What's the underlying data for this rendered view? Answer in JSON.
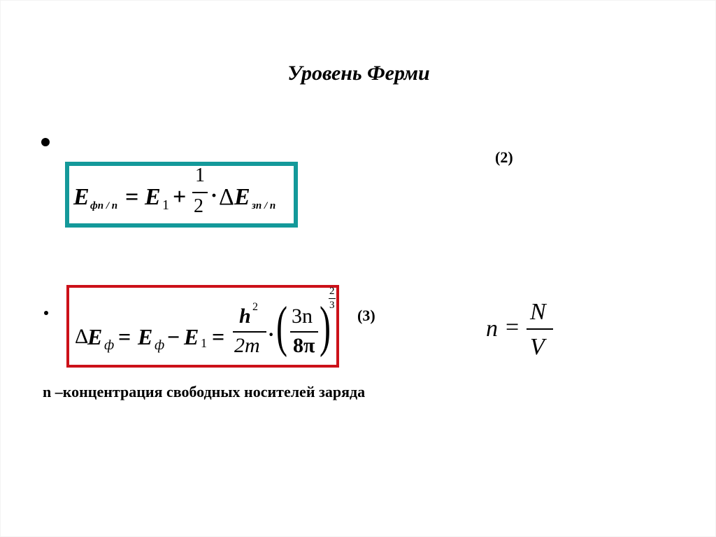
{
  "slide": {
    "title": "Уровень Ферми",
    "equations": [
      {
        "number_label": "(2)",
        "border_color": "#14999a",
        "lhs_symbol": "E",
        "lhs_subscript": "фп / п",
        "eq": "=",
        "term1": "E",
        "term1_subscript": "1",
        "plus": "+",
        "frac_num": "1",
        "frac_den": "2",
        "dot": "·",
        "delta": "Δ",
        "term2": "E",
        "term2_subscript": "зп / п"
      },
      {
        "number_label": "(3)",
        "border_color": "#cc1119",
        "delta": "Δ",
        "lhs_symbol": "E",
        "lhs_subscript": "ф",
        "eq1": "=",
        "mid_symbol": "E",
        "mid_subscript": "ф",
        "minus": "−",
        "e1_symbol": "E",
        "e1_subscript": "1",
        "eq2": "=",
        "frac1_num": "h",
        "frac1_num_sup": "2",
        "frac1_den": "2m",
        "dot": "·",
        "paren_open": "(",
        "frac2_num": "3n",
        "frac2_den": "8π",
        "paren_close": ")",
        "exp_num": "2",
        "exp_den": "3"
      }
    ],
    "side_formula": {
      "lhs": "n",
      "eq": "=",
      "num": "N",
      "den": "V"
    },
    "description": "n –концентрация свободных носителей заряда"
  }
}
